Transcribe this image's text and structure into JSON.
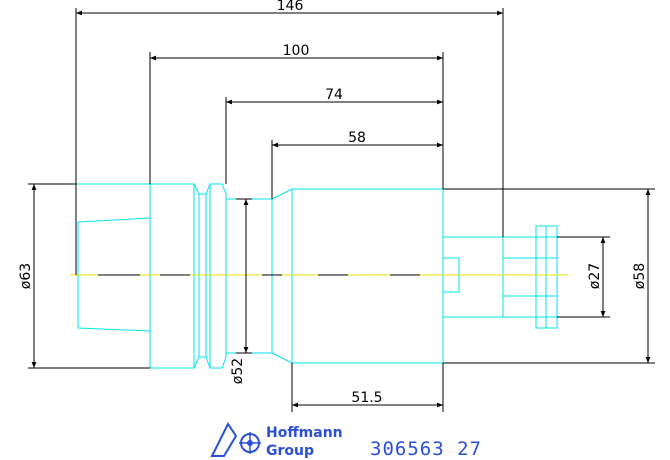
{
  "dimensions": {
    "overall_length": "146",
    "length_100": "100",
    "length_74": "74",
    "length_58": "58",
    "length_51_5": "51.5",
    "diameter_63": "ø63",
    "diameter_52": "ø52",
    "diameter_27": "ø27",
    "diameter_58": "ø58"
  },
  "branding": {
    "logo_line1": "Hoffmann",
    "logo_line2": "Group",
    "part_number": "306563  27"
  },
  "colors": {
    "part_outline": "#00e5ee",
    "centerline": "#e6e600",
    "dimension": "#000000",
    "brand": "#2a4fd6"
  }
}
